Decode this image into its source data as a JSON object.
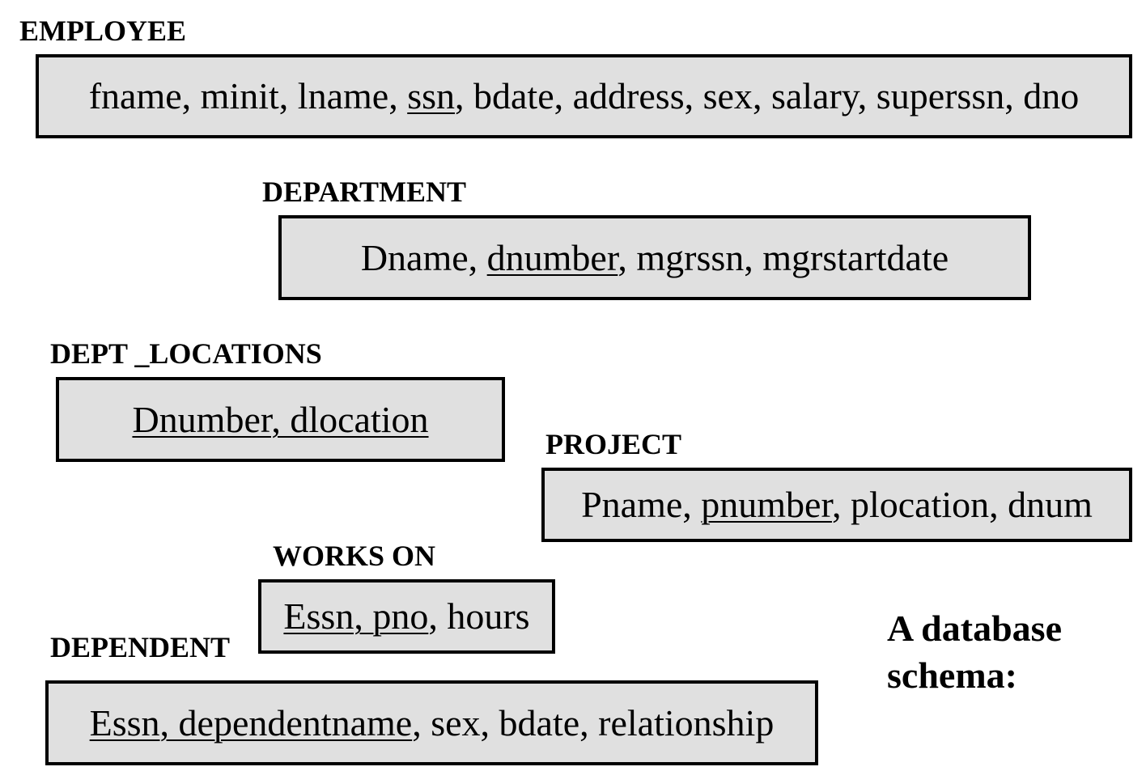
{
  "relations": {
    "employee": {
      "name": "EMPLOYEE",
      "attributes": [
        {
          "text": "fname",
          "key": false
        },
        {
          "text": ", ",
          "key": false
        },
        {
          "text": "minit",
          "key": false
        },
        {
          "text": ", ",
          "key": false
        },
        {
          "text": "lname",
          "key": false
        },
        {
          "text": ", ",
          "key": false
        },
        {
          "text": "ssn",
          "key": true
        },
        {
          "text": ", ",
          "key": false
        },
        {
          "text": "bdate",
          "key": false
        },
        {
          "text": ", ",
          "key": false
        },
        {
          "text": "address",
          "key": false
        },
        {
          "text": ", ",
          "key": false
        },
        {
          "text": "sex",
          "key": false
        },
        {
          "text": ", ",
          "key": false
        },
        {
          "text": "salary",
          "key": false
        },
        {
          "text": ", ",
          "key": false
        },
        {
          "text": "superssn",
          "key": false
        },
        {
          "text": ", ",
          "key": false
        },
        {
          "text": "dno",
          "key": false
        }
      ]
    },
    "department": {
      "name": "DEPARTMENT",
      "attributes": [
        {
          "text": "Dname",
          "key": false
        },
        {
          "text": ", ",
          "key": false
        },
        {
          "text": "dnumber",
          "key": true
        },
        {
          "text": ", ",
          "key": false
        },
        {
          "text": "mgrssn",
          "key": false
        },
        {
          "text": ", ",
          "key": false
        },
        {
          "text": "mgrstartdate",
          "key": false
        }
      ]
    },
    "dept_locations": {
      "name": "DEPT _LOCATIONS",
      "attributes": [
        {
          "text": "Dnumber, dlocation",
          "key": true
        }
      ]
    },
    "project": {
      "name": "PROJECT",
      "attributes": [
        {
          "text": "Pname",
          "key": false
        },
        {
          "text": ", ",
          "key": false
        },
        {
          "text": "pnumber",
          "key": true
        },
        {
          "text": ", ",
          "key": false
        },
        {
          "text": "plocation",
          "key": false
        },
        {
          "text": ", ",
          "key": false
        },
        {
          "text": "dnum",
          "key": false
        }
      ]
    },
    "works_on": {
      "name": "WORKS ON",
      "attributes": [
        {
          "text": "Essn, pno",
          "key": true
        },
        {
          "text": ", ",
          "key": false
        },
        {
          "text": "hours",
          "key": false
        }
      ]
    },
    "dependent": {
      "name": "DEPENDENT",
      "attributes": [
        {
          "text": "Essn, dependentname",
          "key": true
        },
        {
          "text": ", ",
          "key": false
        },
        {
          "text": "sex",
          "key": false
        },
        {
          "text": ", ",
          "key": false
        },
        {
          "text": "bdate",
          "key": false
        },
        {
          "text": ", ",
          "key": false
        },
        {
          "text": "relationship",
          "key": false
        }
      ]
    }
  },
  "caption": "A database\nschema:",
  "colors": {
    "box_fill": "#e0e0e0",
    "border": "#000000",
    "text": "#000000"
  }
}
